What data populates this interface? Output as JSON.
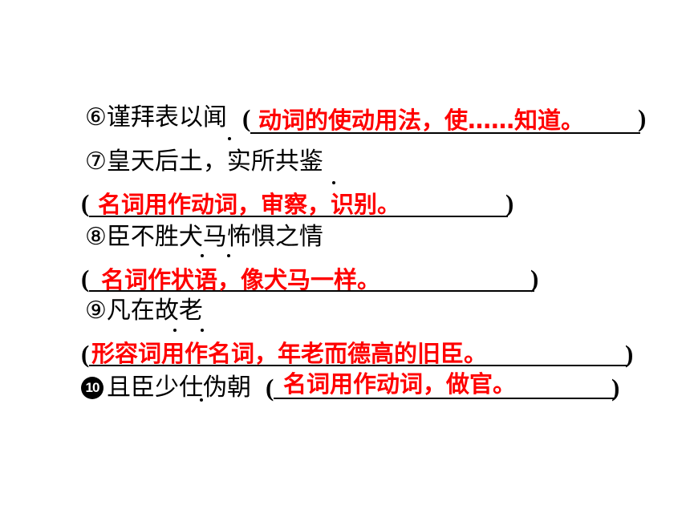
{
  "items": [
    {
      "num": "⑥",
      "question": "谨拜表以闻",
      "open": "(",
      "close": ")",
      "answer": "动词的使动用法，使……知道。"
    },
    {
      "num": "⑦",
      "question": "皇天后土，实所共鉴",
      "open": "(",
      "close": ")",
      "answer": "名词用作动词，审察，识别。"
    },
    {
      "num": "⑧",
      "question": "臣不胜犬马怖惧之情",
      "open": "(",
      "close": ")",
      "answer": "名词作状语，像犬马一样。"
    },
    {
      "num": "⑨",
      "question": "凡在故老",
      "open": "(",
      "close": ")",
      "answer": "形容词用作名词，年老而德高的旧臣。"
    },
    {
      "num": "10",
      "question": "且臣少仕伪朝",
      "open": "(",
      "close": ")",
      "answer": "名词用作动词，做官。"
    }
  ]
}
